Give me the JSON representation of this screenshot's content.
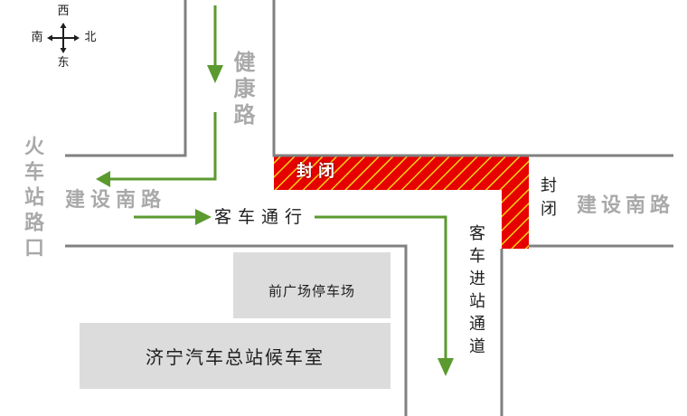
{
  "compass": {
    "west": "西",
    "south": "南",
    "north": "北",
    "east": "东"
  },
  "roads": {
    "jiankang_road": "健康路",
    "station_junction": "火车站路口",
    "jianshe_south_road_west": "建设南路",
    "jianshe_south_road_east": "建设南路"
  },
  "closure": {
    "area_label": "封闭",
    "side_label": "封闭"
  },
  "routes": {
    "bus_through": "客车通行",
    "bus_entry_lane": "客车进站通道"
  },
  "buildings": {
    "front_plaza_parking": "前广场停车场",
    "waiting_hall": "济宁汽车总站候车室"
  },
  "colors": {
    "road": "#808080",
    "route": "#5b9a2f",
    "closure": "#e60000",
    "closure_stripe": "#f4d319",
    "road_label": "#a9a9a9",
    "text": "#1e1e1e",
    "building": "#dcdcdc",
    "background": "#ffffff"
  }
}
